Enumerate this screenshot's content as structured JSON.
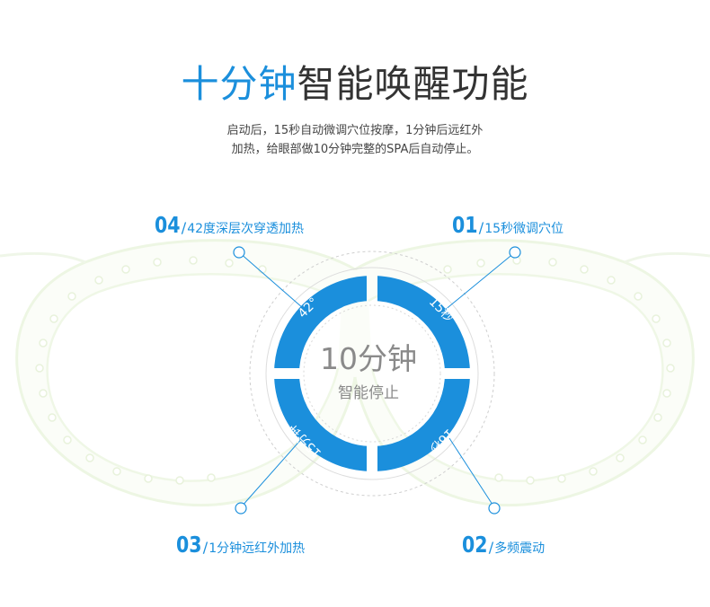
{
  "header": {
    "title_accent": "十分钟",
    "title_rest": "智能唤醒功能",
    "description_line1": "启动后，15秒自动微调穴位按摩，1分钟后远红外",
    "description_line2": "加热，给眼部做10分钟完整的SPA后自动停止。"
  },
  "center": {
    "main_text": "10分钟",
    "sub_text": "智能停止"
  },
  "segments": {
    "top_left": "42°",
    "top_right": "15秒",
    "bottom_right": "16秒",
    "bottom_left": "15分钟"
  },
  "steps": {
    "step01": {
      "number": "01",
      "slash": "/",
      "text": "15秒微调穴位"
    },
    "step02": {
      "number": "02",
      "slash": "/",
      "text": "多频震动"
    },
    "step03": {
      "number": "03",
      "slash": "/",
      "text": "1分钟远红外加热"
    },
    "step04": {
      "number": "04",
      "slash": "/",
      "text": "42度深层次穿透加热"
    }
  },
  "colors": {
    "accent": "#1b8fdc",
    "ring_gray": "#d0d0d0",
    "mask_outline": "#eaf5dc"
  }
}
